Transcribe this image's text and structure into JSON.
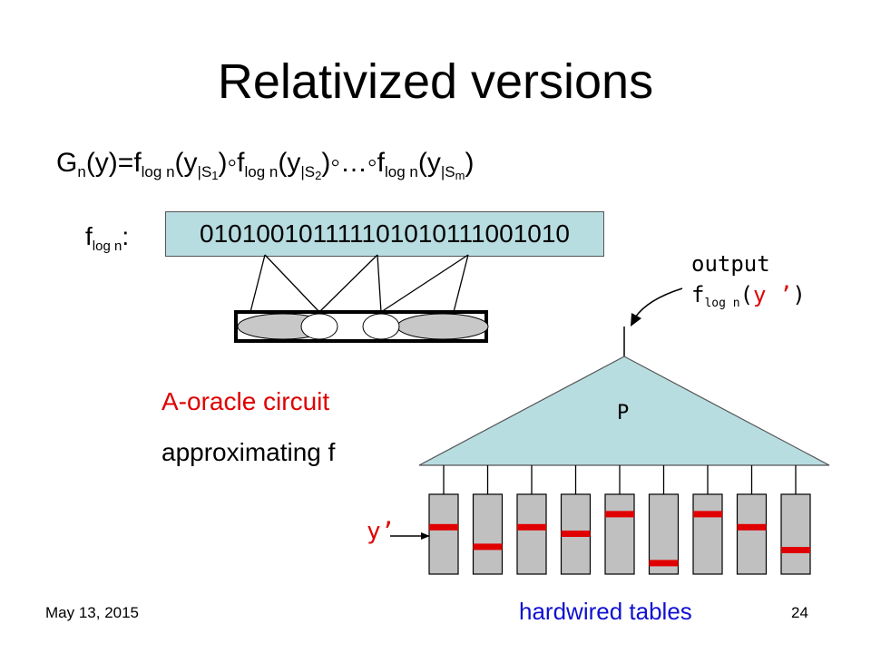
{
  "slide": {
    "title": "Relativized versions",
    "formula": {
      "G": "G",
      "n": "n",
      "y_open": "(y)=f",
      "log_n": "log n",
      "paren_y": "(y",
      "bar_S": "|S",
      "i1": "1",
      "i2": "2",
      "im": "m",
      "close_compose": ")◦f",
      "close_compose_dots": ")◦…◦f",
      "close_final": ")"
    },
    "f_label": {
      "f": "f",
      "sub": "log n",
      "colon": ":"
    },
    "bitstring": "010100101111101010111001010",
    "output_label": {
      "line1": "output",
      "f": "f",
      "sub": "log n",
      "paren_open": "(",
      "y_prime": "y ’",
      "paren_close": ")"
    },
    "circuit_label_line1": "A-oracle circuit",
    "circuit_label_line2": "approximating f",
    "p_label": "P",
    "y_prime_label": "y’",
    "tables_label": "hardwired tables",
    "date": "May 13, 2015",
    "page_number": "24",
    "colors": {
      "light_blue": "#b8dde1",
      "red_text": "#e00000",
      "blue_text": "#1010d0",
      "table_gray": "#c0c0c0",
      "marker_red": "#e00000"
    },
    "table_marker_levels": [
      0.4,
      0.7,
      0.4,
      0.5,
      0.2,
      0.95,
      0.2,
      0.4,
      0.75
    ]
  }
}
